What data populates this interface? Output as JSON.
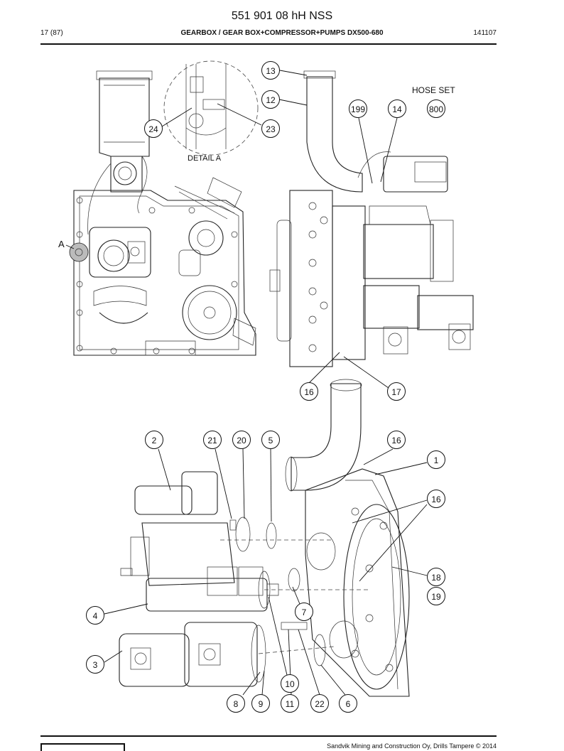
{
  "header": {
    "doc_number": "551 901 08 hH NSS",
    "page": "17 (87)",
    "section_title": "GEARBOX / GEAR BOX+COMPRESSOR+PUMPS DX500-680",
    "code": "141107"
  },
  "labels": {
    "detail": "DETAIL A",
    "hose_set": "HOSE SET",
    "detail_marker": "A"
  },
  "callouts": [
    "13",
    "12",
    "199",
    "14",
    "800",
    "24",
    "23",
    "16",
    "17",
    "2",
    "21",
    "20",
    "5",
    "16",
    "1",
    "16",
    "18",
    "19",
    "7",
    "4",
    "3",
    "10",
    "8",
    "9",
    "11",
    "22",
    "6"
  ],
  "footer": {
    "copyright": "Sandvik Mining and Construction Oy, Drills Tampere © 2014"
  }
}
